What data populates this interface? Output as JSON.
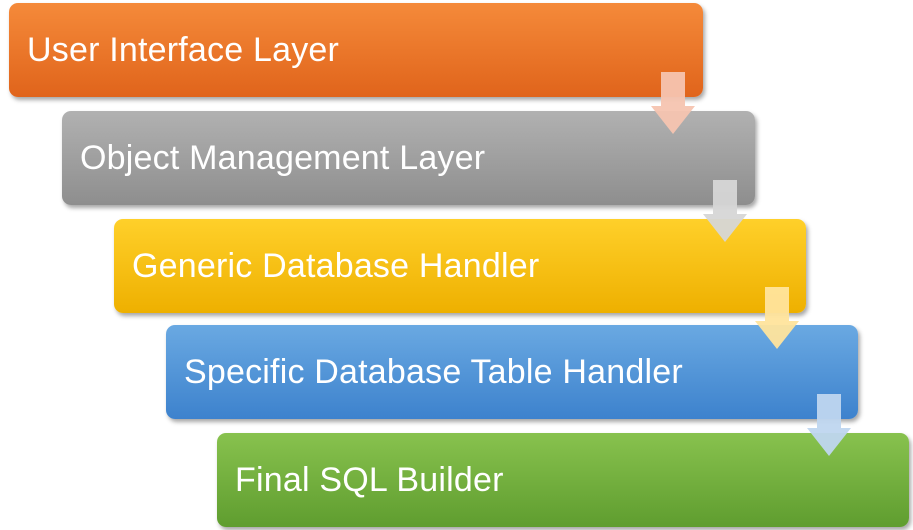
{
  "layers": [
    {
      "label": "User Interface Layer",
      "color_top": "#f58a3a",
      "color_bottom": "#e0641b"
    },
    {
      "label": "Object Management Layer",
      "color_top": "#b1b1b1",
      "color_bottom": "#8e8e8e"
    },
    {
      "label": "Generic Database Handler",
      "color_top": "#ffd02a",
      "color_bottom": "#eeb000"
    },
    {
      "label": "Specific Database Table Handler",
      "color_top": "#6aa9e2",
      "color_bottom": "#3d82cd"
    },
    {
      "label": "Final SQL Builder",
      "color_top": "#88c24e",
      "color_bottom": "#5f9d2f"
    }
  ],
  "arrows": [
    {
      "color": "#f6c4b0"
    },
    {
      "color": "#d6d6d6"
    },
    {
      "color": "#ffe49c"
    },
    {
      "color": "#bfd6ef"
    }
  ]
}
